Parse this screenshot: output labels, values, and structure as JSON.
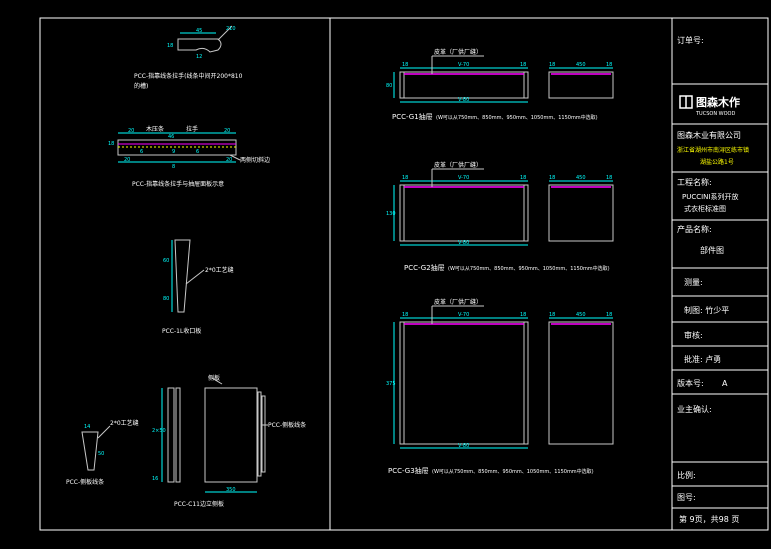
{
  "colors": {
    "background": "#000000",
    "frame": "#ffffff",
    "dimension": "#00ffff",
    "magenta": "#ff00ff",
    "yellow": "#ffff00",
    "line": "#c8c8c8"
  },
  "left_panel": {
    "pull_top_dims": [
      "45",
      "210",
      "18",
      "12"
    ],
    "pull_caption_1": "PCC-指靠线条拉手(线条中间开200*810",
    "pull_caption_2": "的槽)",
    "board_labels": {
      "water": "木压条",
      "pull": "拉手"
    },
    "board_dims": [
      "20",
      "20",
      "46",
      "18",
      "6",
      "6",
      "9",
      "20",
      "8",
      "20"
    ],
    "board_note": "两侧切斜边",
    "board_caption": "PCC-指靠线条拉手与抽屉面板示意",
    "edge_dims": [
      "60",
      "80"
    ],
    "edge_note": "2*0工艺缝",
    "edge_caption": "PCC-1L收口板",
    "trim_dims": [
      "14",
      "50"
    ],
    "trim_note": "2*0工艺缝",
    "trim_caption": "PCC-侧板线条",
    "panel_label": "侧板",
    "panel_dims": [
      "2×50",
      "16"
    ],
    "panel_width": "350",
    "panel_right_note": "PCC-侧板线条",
    "panel_caption": "PCC-C11边立侧板"
  },
  "middle_panel": {
    "drawers": [
      {
        "label": "皮革（厂供厂缝）",
        "top_dims": [
          "18",
          "V-70",
          "18"
        ],
        "height": "80",
        "bottom_dim": "V-80",
        "side_dims": [
          "18",
          "450",
          "18"
        ],
        "caption": "PCC-G1抽屉",
        "note": "W可以从750mm、850mm、950mm、1050mm、1150mm中选取"
      },
      {
        "label": "皮革（厂供厂缝）",
        "top_dims": [
          "18",
          "V-70",
          "18"
        ],
        "height": "130",
        "bottom_dim": "V-80",
        "side_dims": [
          "18",
          "450",
          "18"
        ],
        "caption": "PCC-G2抽屉",
        "note": "W可以从750mm、850mm、950mm、1050mm、1150mm中选取"
      },
      {
        "label": "皮革（厂供厂缝）",
        "top_dims": [
          "18",
          "V-70",
          "18"
        ],
        "height": "375",
        "bottom_dim": "V-80",
        "side_dims": [
          "18",
          "450",
          "18"
        ],
        "caption": "PCC-G3抽屉",
        "note": "W可以从750mm、850mm、950mm、1050mm、1150mm中选取"
      }
    ]
  },
  "title_block": {
    "order_label": "订单号:",
    "logo_main": "图森木作",
    "logo_sub": "TUCSON WOOD",
    "company": "图森木业有限公司",
    "address_1": "浙江省湖州市南浔区练市镇",
    "address_2": "湖盐公路1号",
    "project_label": "工程名称:",
    "project_1": "PUCCINI系列开放",
    "project_2": "式衣柜标准图",
    "product_label": "产品名称:",
    "product": "部件图",
    "measure": "测量:",
    "drawn": "制图: 竹少平",
    "review": "审核:",
    "approve": "批准: 卢勇",
    "version_label": "版本号:",
    "version": "A",
    "owner": "业主确认:",
    "scale": "比例:",
    "drawing_no": "图号:",
    "page": "第 9页，共98 页"
  }
}
